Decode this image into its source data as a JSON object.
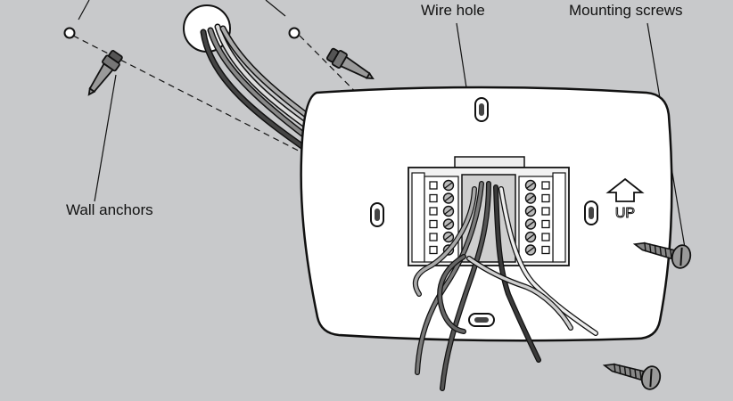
{
  "labels": {
    "wire_hole": "Wire hole",
    "mounting_screws": "Mounting screws",
    "wall_anchors": "Wall anchors",
    "up": "UP"
  },
  "colors": {
    "background": "#c8c9cb",
    "plate": "#ffffff",
    "outline": "#111111",
    "terminal_block": "#f2f2f2",
    "wire_dark": "#3a3a3a",
    "wire_mid": "#7a7a7a",
    "wire_light": "#ededed"
  },
  "icons": {
    "up_arrow": "up-arrow-icon",
    "terminal_screw": "terminal-screw-icon"
  }
}
